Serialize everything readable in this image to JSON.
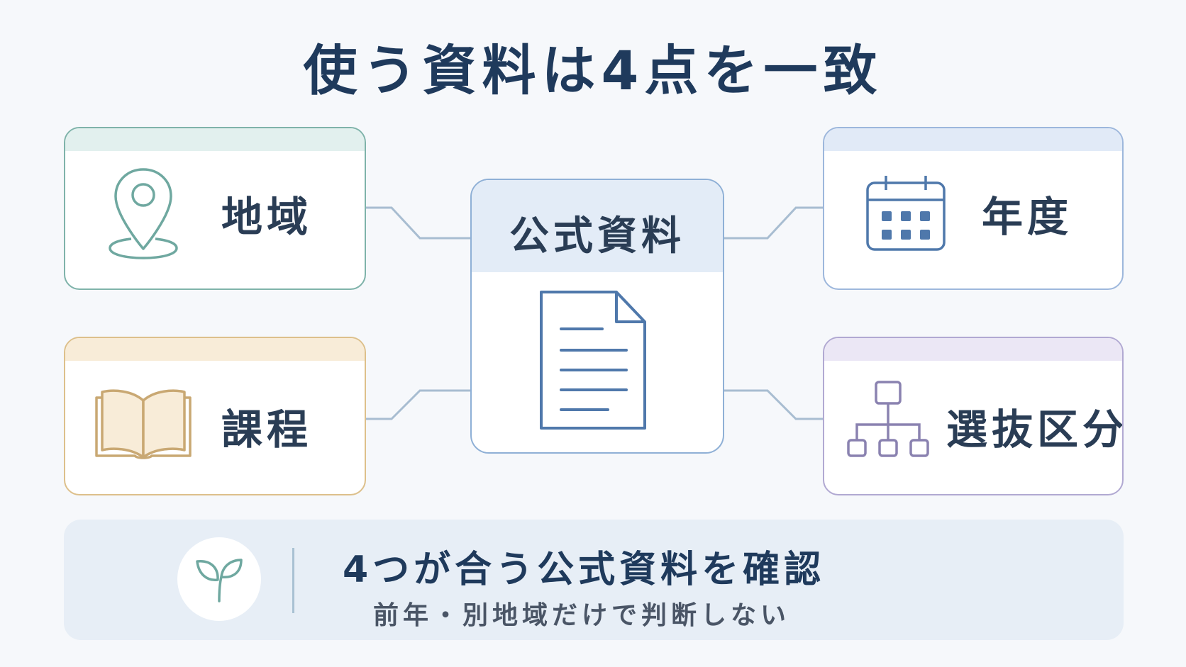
{
  "title": "使う資料は4点を一致",
  "center": {
    "label": "公式資料",
    "icon": "document-icon"
  },
  "items": [
    {
      "label": "地域",
      "icon": "location-pin-icon",
      "color": "#7fb3aa"
    },
    {
      "label": "課程",
      "icon": "open-book-icon",
      "color": "#ddc08b"
    },
    {
      "label": "年度",
      "icon": "calendar-icon",
      "color": "#9db7dc"
    },
    {
      "label": "選抜区分",
      "icon": "hierarchy-icon",
      "color": "#b1a9d2"
    }
  ],
  "footer": {
    "icon": "sprout-icon",
    "main": "4つが合う公式資料を確認",
    "sub": "前年・別地域だけで判断しない"
  }
}
